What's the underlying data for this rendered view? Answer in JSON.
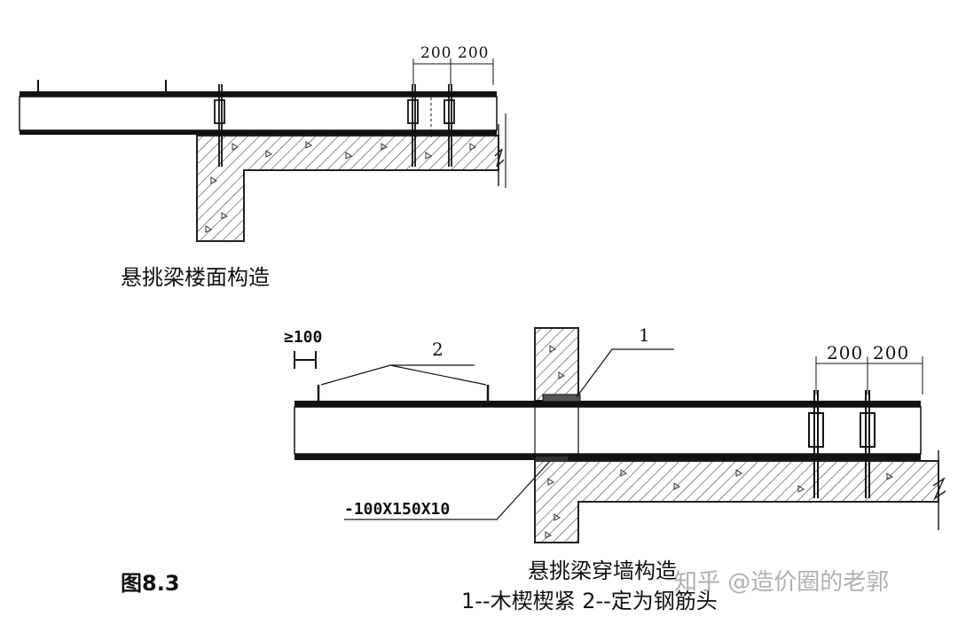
{
  "top_diagram": {
    "caption": "悬挑梁楼面构造",
    "dim_left": "200",
    "dim_right": "200"
  },
  "bottom_diagram": {
    "caption": "悬挑梁穿墙构造",
    "legend": "1--木楔楔紧  2--定为钢筋头",
    "dim_left": "200",
    "dim_right": "200",
    "min_dim": "≥100",
    "plate_label": "-100X150X10",
    "callout_1": "1",
    "callout_2": "2"
  },
  "figure_label": "图8.3",
  "watermark": "知乎 @造价圈的老郭"
}
